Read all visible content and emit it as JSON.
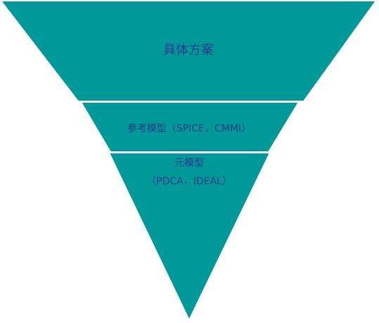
{
  "diagram": {
    "fill_color": "#009999",
    "text_color": "#1f3b8c",
    "separator_color": "#ffffff",
    "layers": [
      {
        "lines": [
          "具体方案"
        ]
      },
      {
        "lines": [
          "参考模型（SPICE，CMMI）"
        ]
      },
      {
        "lines": [
          "元模型",
          "（PDCA，IDEAL）"
        ]
      }
    ]
  }
}
